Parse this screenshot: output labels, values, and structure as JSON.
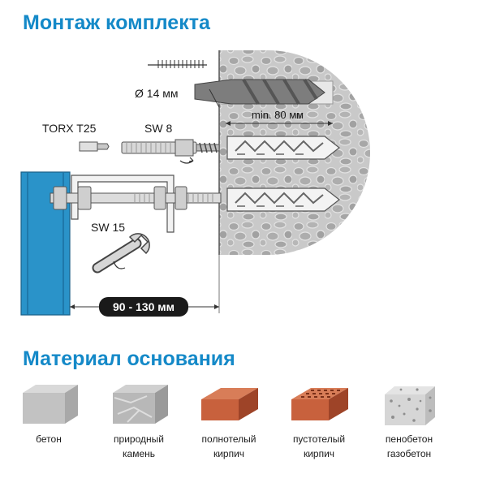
{
  "titles": {
    "assembly": "Монтаж комплекта",
    "base_material": "Материал основания"
  },
  "diagram": {
    "drill_diameter": "Ø 14 мм",
    "anchor_depth": "min. 80 мм",
    "torx": "TORX T25",
    "sw8": "SW 8",
    "sw15": "SW 15",
    "distance": "90 - 130 мм"
  },
  "colors": {
    "accent": "#1489c8",
    "profile": "#2a93c9",
    "concrete": "#bdbdbd",
    "brick": "#c8613d"
  },
  "materials": [
    {
      "line1": "бетон",
      "line2": "",
      "icon": "concrete-block-icon"
    },
    {
      "line1": "природный",
      "line2": "камень",
      "icon": "natural-stone-icon"
    },
    {
      "line1": "полнотелый",
      "line2": "кирпич",
      "icon": "solid-brick-icon"
    },
    {
      "line1": "пустотелый",
      "line2": "кирпич",
      "icon": "hollow-brick-icon"
    },
    {
      "line1": "пенобетон",
      "line2": "газобетон",
      "icon": "aerated-concrete-icon"
    }
  ]
}
